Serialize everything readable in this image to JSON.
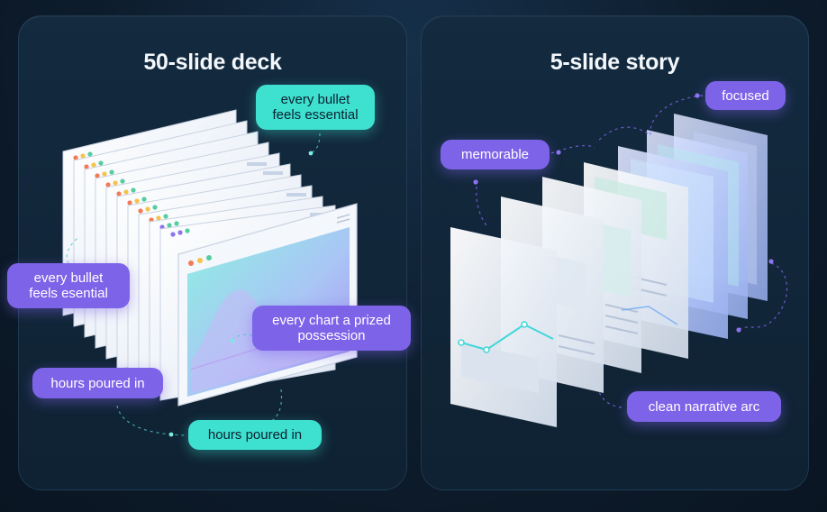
{
  "left_panel": {
    "title": "50-slide deck",
    "callouts": {
      "bullet_top": "every bullet\nfeels essential",
      "bullet_left": "every bullet\nfeels esential",
      "chart": "every chart a prized\npossession",
      "hours_left": "hours poured in",
      "hours_bottom": "hours poured in"
    }
  },
  "right_panel": {
    "title": "5-slide story",
    "callouts": {
      "focused": "focused",
      "memorable": "memorable",
      "arc": "clean narrative arc"
    }
  },
  "colors": {
    "purple_pill": "#7d63e8",
    "teal_pill": "#3ee0d0",
    "background": "#0d1c2c"
  }
}
